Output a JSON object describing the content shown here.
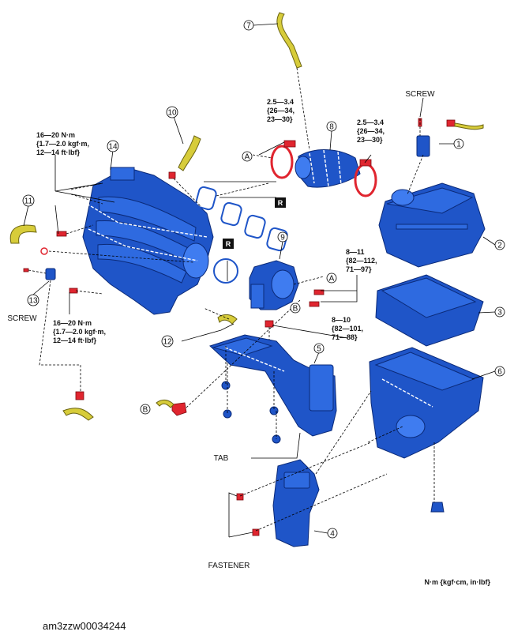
{
  "callouts": [
    "1",
    "2",
    "3",
    "4",
    "5",
    "6",
    "7",
    "8",
    "9",
    "10",
    "11",
    "12",
    "13",
    "14"
  ],
  "ref_letters": {
    "a": "A",
    "b": "B",
    "r": "R"
  },
  "labels": {
    "screw": "SCREW",
    "tab": "TAB",
    "fastener": "FASTENER"
  },
  "torque": {
    "t1": [
      "16—20 N·m",
      "{1.7—2.0 kgf·m,",
      "12—14 ft·lbf}"
    ],
    "t2": [
      "16—20 N·m",
      "{1.7—2.0 kgf·m,",
      "12—14 ft·lbf}"
    ],
    "t3": [
      "2.5—3.4",
      "{26—34,",
      "23—30}"
    ],
    "t4": [
      "2.5—3.4",
      "{26—34,",
      "23—30}"
    ],
    "t5": [
      "8—11",
      "{82—112,",
      "71—97}"
    ],
    "t6": [
      "8—10",
      "{82—101,",
      "71—88}"
    ]
  },
  "units_note": "N·m {kgf·cm, in·lbf}",
  "figure_code": "am3zzw00034244",
  "colors": {
    "part_blue": "#1f55c8",
    "fastener_red": "#e0252f",
    "hose_yellow": "#d7cc3a"
  }
}
